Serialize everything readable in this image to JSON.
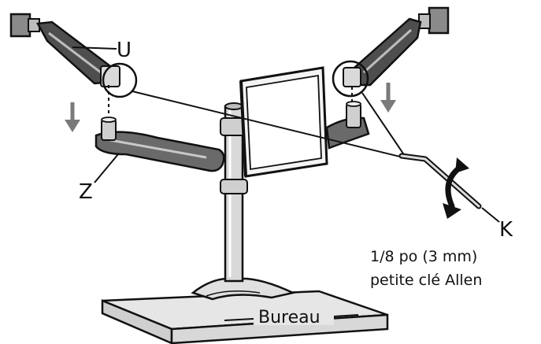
{
  "labels": {
    "u": "U",
    "z": "Z",
    "k": "K",
    "tool_size": "1/8 po (3 mm)",
    "tool_name": "petite clé Allen",
    "surface": "Bureau"
  },
  "colors": {
    "line": "#111111",
    "arm_fill": "#5a5a5a",
    "arm_light": "#bdbdbd",
    "pole": "#d9d9d9",
    "desk": "#e6e6e6",
    "arrow": "#7a7a7a"
  },
  "icons": {
    "down_arrow": "down-arrow-icon",
    "rotate": "rotate-arrow-icon"
  }
}
